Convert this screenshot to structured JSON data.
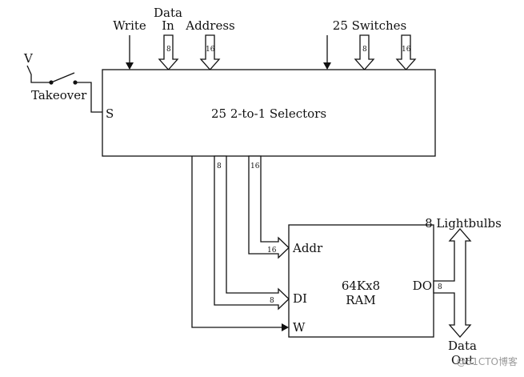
{
  "inputs": {
    "write": "Write",
    "data_in_line1": "Data",
    "data_in_line2": "In",
    "address": "Address",
    "switches": "25 Switches",
    "v": "V",
    "takeover": "Takeover",
    "s": "S"
  },
  "selector": {
    "title": "25 2-to-1 Selectors"
  },
  "bus_widths": {
    "data_in": "8",
    "address": "16",
    "switch_data": "8",
    "switch_addr": "16",
    "sel_data": "8",
    "sel_addr": "16",
    "ram_addr": "16",
    "ram_di": "8",
    "ram_do": "8"
  },
  "ram": {
    "line1": "64Kx8",
    "line2": "RAM",
    "addr_port": "Addr",
    "di_port": "DI",
    "w_port": "W",
    "do_port": "DO"
  },
  "outputs": {
    "lightbulbs": "8 Lightbulbs",
    "data_out_line1": "Data",
    "data_out_line2": "Out"
  },
  "watermark": "@51CTO博客"
}
